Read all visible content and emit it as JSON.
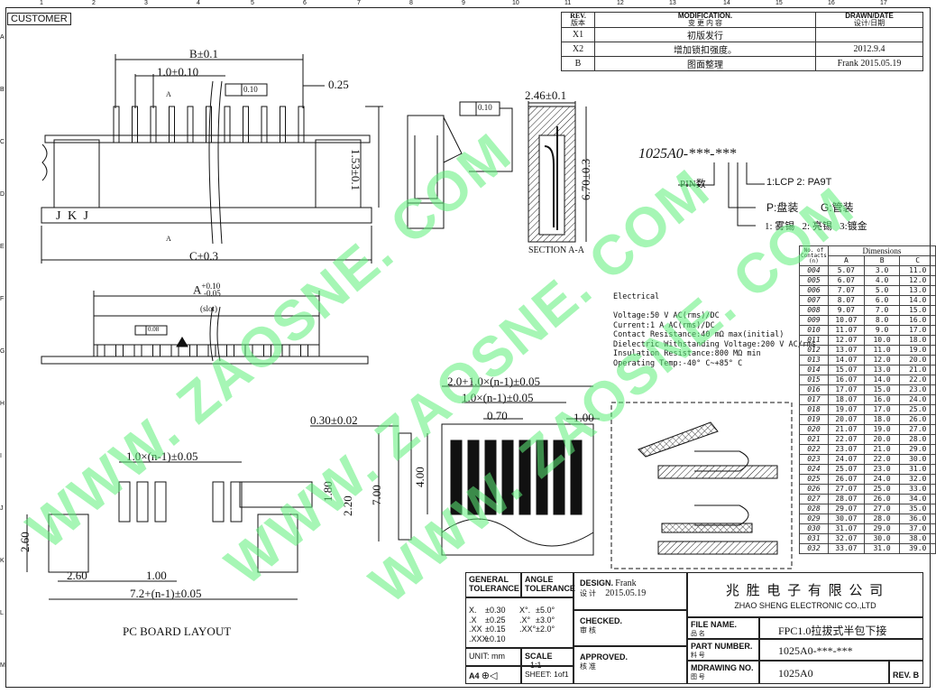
{
  "ruler": {
    "top": [
      "1",
      "2",
      "3",
      "4",
      "5",
      "6",
      "7",
      "8",
      "9",
      "10",
      "11",
      "12",
      "13",
      "14",
      "15",
      "16",
      "17"
    ],
    "left": [
      "A",
      "B",
      "C",
      "D",
      "E",
      "F",
      "G",
      "H",
      "I",
      "J",
      "K",
      "L",
      "M"
    ]
  },
  "customer_label": "CUSTOMER",
  "revision_table": {
    "headers": {
      "rev": "REV.",
      "rev_cn": "版本",
      "mod": "MODIFICATION.",
      "mod_cn": "变 更 内 容",
      "drawn": "DRAWN/DATE",
      "drawn_cn": "设计/日期"
    },
    "rows": [
      {
        "rev": "X1",
        "mod": "初版发行",
        "drawn": ""
      },
      {
        "rev": "X2",
        "mod": "增加锁扣强度。",
        "drawn": "2012.9.4"
      },
      {
        "rev": "B",
        "mod": "图面整理",
        "drawn": "Frank 2015.05.19"
      }
    ]
  },
  "drawing": {
    "dim_b": "B±0.1",
    "dim_pitch": "1.0±0.10",
    "dim_025": "0.25",
    "dim_153": "1.53±0.1",
    "dim_c": "C±0.3",
    "flat_010": "0.10",
    "flat_010b": "0.10",
    "section_a": "A",
    "section_a2": "A",
    "jkj": "J K J",
    "dim_246": "2.46±0.1",
    "dim_670": "6.70±0.3",
    "section_label": "SECTION A-A",
    "dim_a": "A",
    "dim_a_tol_up": "+0.10",
    "dim_a_tol_dn": "-0.05",
    "slot": "(slot)",
    "flat_008": "0.08",
    "dim_fpc_total": "2.0+1.0×(n-1)±0.05",
    "dim_fpc_pitch": "1.0×(n-1)±0.05",
    "dim_070": "0.70",
    "dim_100b": "1.00",
    "dim_030": "0.30±0.02",
    "dim_700": "7.00",
    "dim_400": "4.00",
    "pcb_pitch": "1.0×(n-1)±0.05",
    "dim_180": "1.80",
    "dim_220": "2.20",
    "dim_260v": "2.60",
    "dim_260h": "2.60",
    "dim_100": "1.00",
    "pcb_total": "7.2+(n-1)±0.05",
    "pcb_title": "PC BOARD LAYOUT"
  },
  "part_code": {
    "code": "1025A0-***-***",
    "pin": "PIN数",
    "opt1": "1:LCP 2: PA9T",
    "opt2_p": "P:盘装",
    "opt2_g": "G:管装",
    "opt3": "1: 雾锡   2: 亮锡   3:镀金"
  },
  "electrical": {
    "title": "Electrical",
    "lines": [
      "Voltage:50 V AC(rms)/DC",
      "Current:1 A AC(rms)/DC",
      "Contact Resistance:40 mΩ max(initial)",
      "Dielectric Withstanding Voltage:200 V AC/rms",
      "Insulation Resistance:800 MΩ min",
      "Operating Temp:-40° C~+85° C"
    ]
  },
  "dim_table": {
    "header_no": "No. of Contacts (n)",
    "header_dims": "Dimensions",
    "cols": [
      "A",
      "B",
      "C"
    ],
    "rows": [
      [
        "004",
        "5.07",
        "3.0",
        "11.0"
      ],
      [
        "005",
        "6.07",
        "4.0",
        "12.0"
      ],
      [
        "006",
        "7.07",
        "5.0",
        "13.0"
      ],
      [
        "007",
        "8.07",
        "6.0",
        "14.0"
      ],
      [
        "008",
        "9.07",
        "7.0",
        "15.0"
      ],
      [
        "009",
        "10.07",
        "8.0",
        "16.0"
      ],
      [
        "010",
        "11.07",
        "9.0",
        "17.0"
      ],
      [
        "011",
        "12.07",
        "10.0",
        "18.0"
      ],
      [
        "012",
        "13.07",
        "11.0",
        "19.0"
      ],
      [
        "013",
        "14.07",
        "12.0",
        "20.0"
      ],
      [
        "014",
        "15.07",
        "13.0",
        "21.0"
      ],
      [
        "015",
        "16.07",
        "14.0",
        "22.0"
      ],
      [
        "016",
        "17.07",
        "15.0",
        "23.0"
      ],
      [
        "017",
        "18.07",
        "16.0",
        "24.0"
      ],
      [
        "018",
        "19.07",
        "17.0",
        "25.0"
      ],
      [
        "019",
        "20.07",
        "18.0",
        "26.0"
      ],
      [
        "020",
        "21.07",
        "19.0",
        "27.0"
      ],
      [
        "021",
        "22.07",
        "20.0",
        "28.0"
      ],
      [
        "022",
        "23.07",
        "21.0",
        "29.0"
      ],
      [
        "023",
        "24.07",
        "22.0",
        "30.0"
      ],
      [
        "024",
        "25.07",
        "23.0",
        "31.0"
      ],
      [
        "025",
        "26.07",
        "24.0",
        "32.0"
      ],
      [
        "026",
        "27.07",
        "25.0",
        "33.0"
      ],
      [
        "027",
        "28.07",
        "26.0",
        "34.0"
      ],
      [
        "028",
        "29.07",
        "27.0",
        "35.0"
      ],
      [
        "029",
        "30.07",
        "28.0",
        "36.0"
      ],
      [
        "030",
        "31.07",
        "29.0",
        "37.0"
      ],
      [
        "031",
        "32.07",
        "30.0",
        "38.0"
      ],
      [
        "032",
        "33.07",
        "31.0",
        "39.0"
      ]
    ]
  },
  "title_block": {
    "general_tol": "GENERAL TOLERANCE",
    "angle_tol": "ANGLE TOLERANCE",
    "tol_rows": [
      {
        "k": "X.",
        "v": "±0.30",
        "ak": "X°.",
        "av": "±5.0°"
      },
      {
        "k": ".X",
        "v": "±0.25",
        "ak": ".X°",
        "av": "±3.0°"
      },
      {
        "k": ".XX",
        "v": "±0.15",
        "ak": ".XX°",
        "av": "±2.0°"
      },
      {
        "k": ".XXX",
        "v": "±0.10",
        "ak": "",
        "av": ""
      }
    ],
    "unit": "UNIT: mm",
    "scale": "SCALE",
    "scale_val": "1:1",
    "size": "A4",
    "sheet": "SHEET: 1of1",
    "design": "DESIGN.",
    "design_cn": "设 计",
    "designer": "Frank",
    "design_date": "2015.05.19",
    "checked": "CHECKED.",
    "checked_cn": "审 核",
    "approved": "APPROVED.",
    "approved_cn": "核 准",
    "company_cn": "兆 胜 电 子 有 限 公 司",
    "company_en": "ZHAO SHENG ELECTRONIC CO.,LTD",
    "file_name": "FILE NAME.",
    "file_name_cn": "品 名",
    "file_name_val": "FPC1.0拉拔式半包下接",
    "part_number": "PART NUMBER.",
    "part_number_cn": "料 号",
    "part_number_val": "1025A0-***-***",
    "drawing_no": "MDRAWING NO.",
    "drawing_no_cn": "图 号",
    "drawing_no_val": "1025A0",
    "rev": "REV. B"
  },
  "watermark": "WWW. ZAOSNE. COM"
}
